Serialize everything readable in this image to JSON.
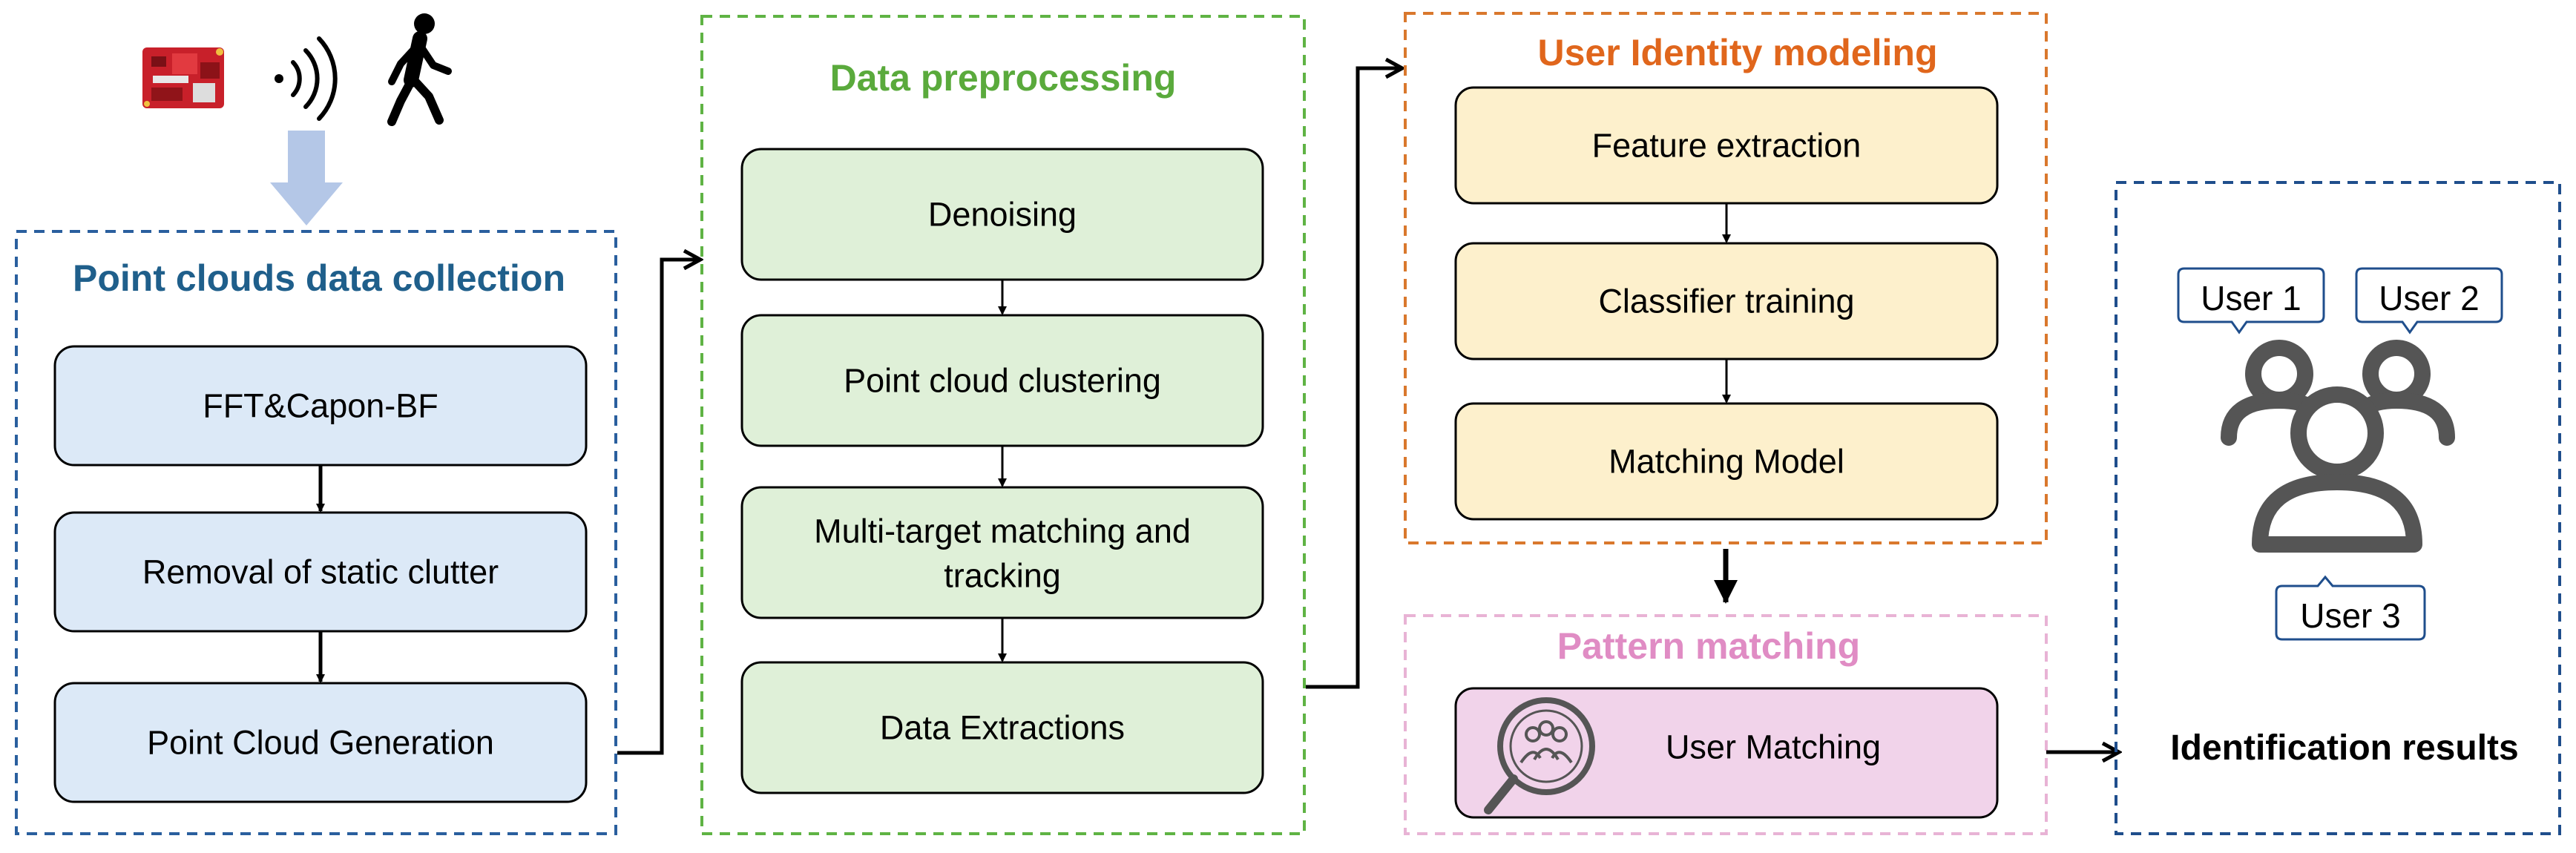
{
  "colors": {
    "collection_border": "#2a5f9e",
    "collection_title": "#1f5f8b",
    "collection_fill": "#dce9f7",
    "preprocess_border": "#5fb344",
    "preprocess_title": "#5aaa3c",
    "preprocess_fill": "#dff0d8",
    "identity_border": "#d9782d",
    "identity_title": "#e0661c",
    "identity_fill": "#fdf0cc",
    "pattern_border": "#e8b3d5",
    "pattern_title": "#e08cc4",
    "pattern_fill": "#f1d3ea",
    "results_border": "#1f4e8c",
    "user_tag_border": "#1f4e8c",
    "users_icon": "#555555",
    "arrow": "#000000",
    "input_arrow": "#b4c7e7"
  },
  "icons": {
    "sensor": "radar-sensor-board-icon",
    "signal": "wireless-signal-icon",
    "walker": "walking-person-icon",
    "users": "users-group-icon",
    "search": "magnifier-people-icon"
  },
  "collection": {
    "title": "Point clouds data collection",
    "steps": [
      "FFT&Capon-BF",
      "Removal of static clutter",
      "Point Cloud Generation"
    ]
  },
  "preprocessing": {
    "title": "Data preprocessing",
    "steps": [
      "Denoising",
      "Point cloud clustering",
      "Multi-target matching and",
      "tracking",
      "Data Extractions"
    ]
  },
  "identity": {
    "title": "User Identity modeling",
    "steps": [
      "Feature extraction",
      "Classifier training",
      "Matching Model"
    ]
  },
  "pattern": {
    "title": "Pattern matching",
    "step": "User Matching"
  },
  "results": {
    "title": "Identification results",
    "users": [
      "User 1",
      "User 2",
      "User 3"
    ]
  }
}
